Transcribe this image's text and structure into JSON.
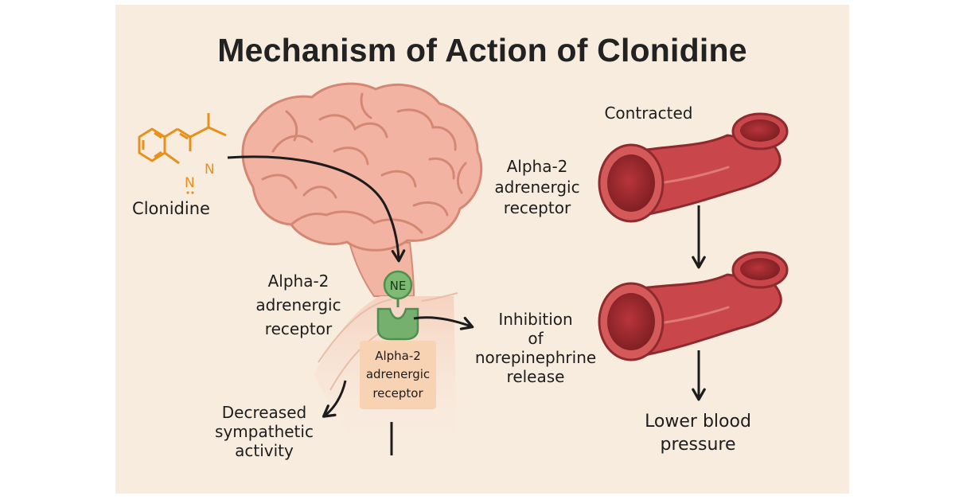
{
  "title": "Mechanism of Action of Clonidine",
  "drug": {
    "label": "Clonidine",
    "atom_n1": "N",
    "atom_n2": "N"
  },
  "brain": {
    "receptor_label_left": [
      "Alpha-2",
      "adrenergic",
      "receptor"
    ],
    "ne_label": "NE",
    "receptor_label_box": [
      "Alpha-2",
      "adrenergic",
      "receptor"
    ],
    "effect_label": [
      "Decreased",
      "sympathetic",
      "activity"
    ],
    "inhibition_label": [
      "Inhibition",
      "of",
      "norepinephrine",
      "release"
    ]
  },
  "vessel": {
    "state_label": "Contracted",
    "receptor_label": [
      "Alpha-2",
      "adrenergic",
      "receptor"
    ],
    "outcome_label": [
      "Lower blood",
      "pressure"
    ]
  },
  "colors": {
    "panel_bg": "#f8ecdf",
    "drug_orange": "#e8901c",
    "brain_fill": "#f3b3a2",
    "receptor_green": "#76b06f",
    "vessel_red": "#c9474a"
  }
}
